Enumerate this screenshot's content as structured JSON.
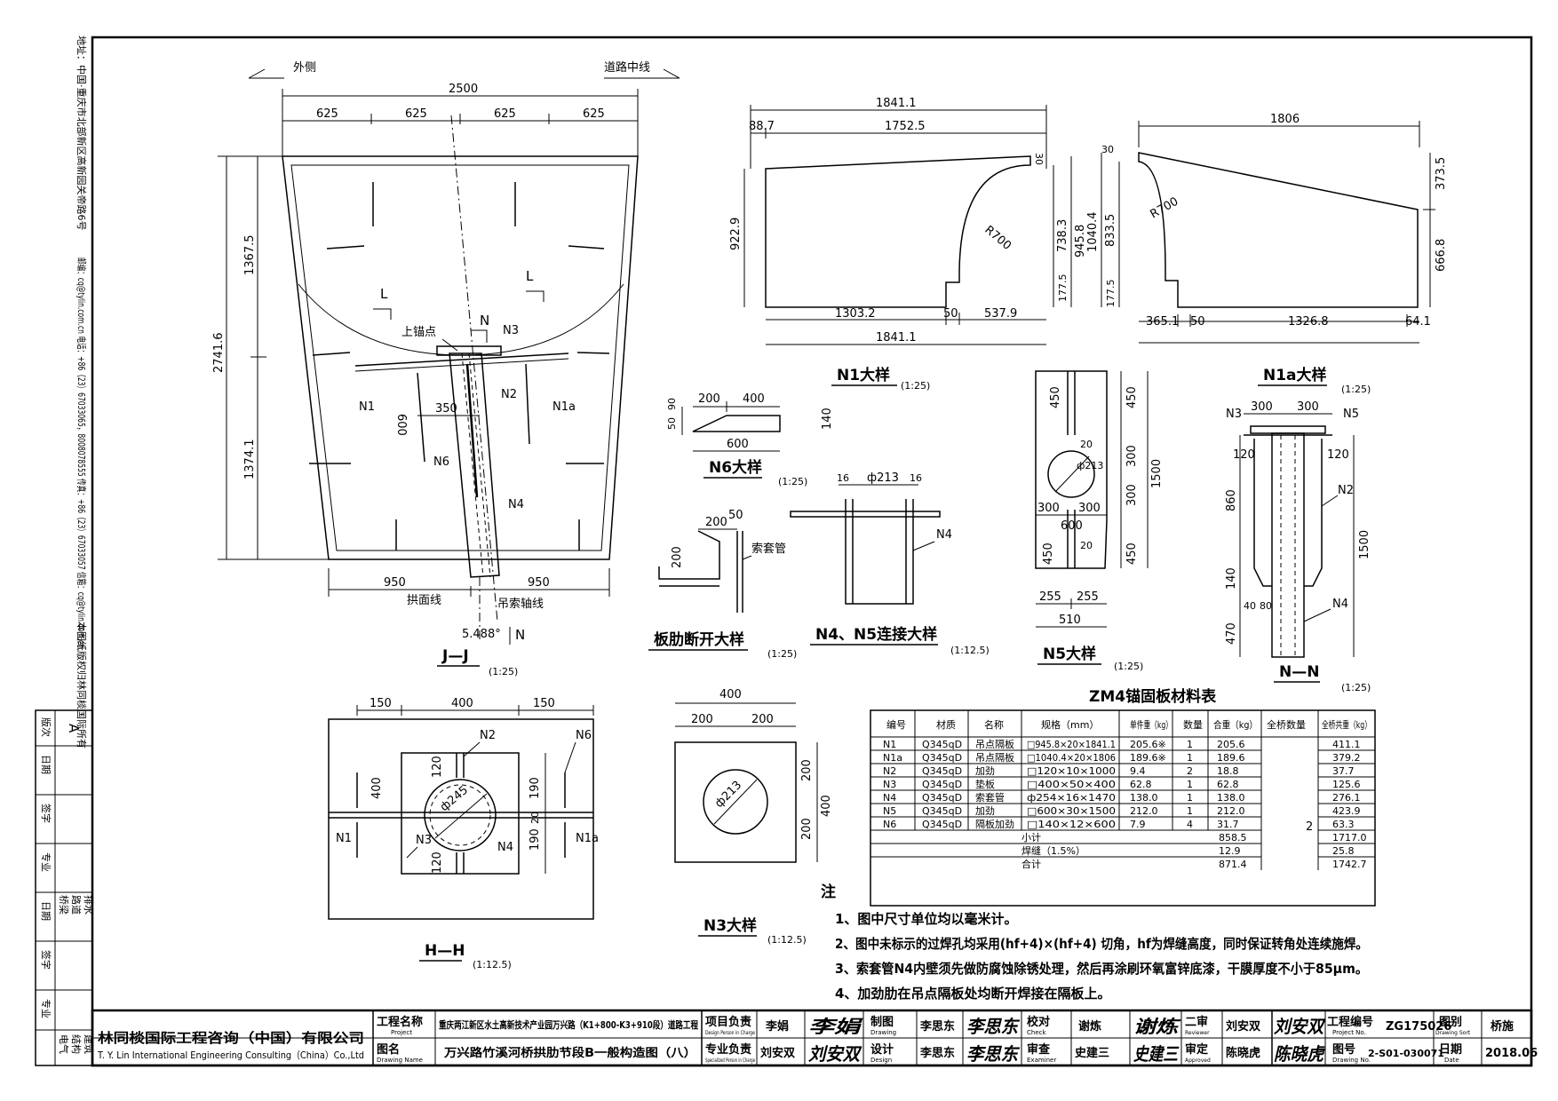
{
  "side_strip": {
    "address": "地址：中国·重庆市北部新区高新园关帝路6号",
    "contact": "邮编：cq@tylin.com.cn 电话：+86（23）67033065，8008078555 传真：+86（23）67033057 信箱：cq@tylin.com.cn",
    "copyright": "本图纸版权归林同棪国际所有",
    "revision_label": "版次",
    "revision_value": "A",
    "sign_cols": [
      "日期",
      "签字",
      "专业",
      "日期",
      "签字",
      "专业"
    ],
    "disciplines": [
      "桥梁",
      "路道",
      "排水",
      "电气",
      "结构",
      "建筑"
    ]
  },
  "jj": {
    "label_outside": "外侧",
    "label_road_center": "道路中线",
    "dim_total": "2500",
    "dim_q1": "625",
    "dim_q2": "625",
    "dim_q3": "625",
    "dim_q4": "625",
    "dim_height": "2741.6",
    "dim_upper": "1367.5",
    "dim_lower": "1374.1",
    "dim_bot_left": "950",
    "dim_bot_right": "950",
    "dim_350": "350",
    "dim_600": "600",
    "lbl_L1": "L",
    "lbl_L2": "L",
    "lbl_N_top": "N",
    "lbl_N_bot": "N",
    "lbl_anchor": "上锚点",
    "lbl_N3": "N3",
    "lbl_N1": "N1",
    "lbl_N1a": "N1a",
    "lbl_N2": "N2",
    "lbl_N6": "N6",
    "lbl_N4": "N4",
    "lbl_arch": "拱面线",
    "lbl_cable": "吊索轴线",
    "angle": "5.488°",
    "title": "J—J",
    "scale": "(1:25)"
  },
  "n1": {
    "dim_top": "1841.1",
    "dim_887": "88.7",
    "dim_1752": "1752.5",
    "dim_left": "922.9",
    "dim_30": "30",
    "dim_7383": "738.3",
    "dim_9458": "945.8",
    "dim_1775": "177.5",
    "radius": "R700",
    "dim_13032": "1303.2",
    "dim_50": "50",
    "dim_5379": "537.9",
    "dim_bottom": "1841.1",
    "title": "N1大样",
    "scale": "(1:25)"
  },
  "n1a": {
    "dim_top": "1806",
    "dim_30": "30",
    "dim_10404": "1040.4",
    "dim_8335": "833.5",
    "dim_1775": "177.5",
    "dim_3735": "373.5",
    "dim_6668": "666.8",
    "radius": "R700",
    "dim_3651": "365.1",
    "dim_50": "50",
    "dim_13268": "1326.8",
    "dim_641": "64.1",
    "title": "N1a大样",
    "scale": "(1:25)"
  },
  "n6": {
    "dim_200": "200",
    "dim_400": "400",
    "dim_50": "50",
    "dim_90": "90",
    "dim_140": "140",
    "dim_600": "600",
    "title": "N6大样",
    "scale": "(1:25)"
  },
  "rib": {
    "dim_200": "200",
    "dim_50": "50",
    "dim_200v": "200",
    "lbl_cable_pipe": "索套管",
    "title": "板肋断开大样",
    "scale": "(1:25)"
  },
  "n45": {
    "dim_16a": "16",
    "dim_phi": "ф213",
    "dim_16b": "16",
    "lbl_N4": "N4",
    "title": "N4、N5连接大样",
    "scale": "(1:12.5)"
  },
  "n5": {
    "dim_450a": "450",
    "dim_450b": "450",
    "dim_20a": "20",
    "dim_phi": "ф213",
    "dim_300a": "300",
    "dim_300b": "300",
    "dim_1500": "1500",
    "dim_300c": "300",
    "dim_300d": "300",
    "dim_600": "600",
    "dim_20b": "20",
    "dim_450c": "450",
    "dim_450d": "450",
    "dim_255a": "255",
    "dim_255b": "255",
    "dim_510": "510",
    "title": "N5大样",
    "scale": "(1:25)"
  },
  "nn": {
    "lbl_N3": "N3",
    "dim_300a": "300",
    "dim_300b": "300",
    "lbl_N5": "N5",
    "dim_120a": "120",
    "dim_120b": "120",
    "lbl_N2": "N2",
    "dim_860": "860",
    "dim_1500": "1500",
    "dim_140": "140",
    "dim_40": "40",
    "dim_80": "80",
    "dim_470": "470",
    "lbl_N4": "N4",
    "title": "N—N",
    "scale": "(1:25)"
  },
  "hh": {
    "dim_150a": "150",
    "dim_400": "400",
    "dim_150b": "150",
    "lbl_N2": "N2",
    "lbl_N6": "N6",
    "dim_400v": "400",
    "dim_phi": "ф245",
    "lbl_N1": "N1",
    "lbl_N1a": "N1a",
    "lbl_N3": "N3",
    "lbl_N4": "N4",
    "dim_20": "20",
    "dim_190a": "190",
    "dim_190b": "190",
    "dim_120a": "120",
    "dim_120b": "120",
    "title": "H—H",
    "scale": "(1:12.5)"
  },
  "n3": {
    "dim_400": "400",
    "dim_200a": "200",
    "dim_200b": "200",
    "dim_phi": "ф213",
    "dim_400v": "400",
    "dim_200c": "200",
    "dim_200d": "200",
    "title": "N3大样",
    "scale": "(1:12.5)"
  },
  "table": {
    "title": "ZM4锚固板材料表",
    "headers": [
      "编号",
      "材质",
      "名称",
      "规格（mm）",
      "单件重（kg）",
      "数量",
      "合重（kg）",
      "全桥数量",
      "全桥共重（kg）"
    ],
    "rows": [
      [
        "N1",
        "Q345qD",
        "吊点隔板",
        "□945.8×20×1841.1",
        "205.6※",
        "1",
        "205.6",
        "411.1"
      ],
      [
        "N1a",
        "Q345qD",
        "吊点隔板",
        "□1040.4×20×1806",
        "189.6※",
        "1",
        "189.6",
        "379.2"
      ],
      [
        "N2",
        "Q345qD",
        "加劲",
        "□120×10×1000",
        "9.4",
        "2",
        "18.8",
        "37.7"
      ],
      [
        "N3",
        "Q345qD",
        "垫板",
        "□400×50×400",
        "62.8",
        "1",
        "62.8",
        "125.6"
      ],
      [
        "N4",
        "Q345qD",
        "索套管",
        "ф254×16×1470",
        "138.0",
        "1",
        "138.0",
        "276.1"
      ],
      [
        "N5",
        "Q345qD",
        "加劲",
        "□600×30×1500",
        "212.0",
        "1",
        "212.0",
        "423.9"
      ],
      [
        "N6",
        "Q345qD",
        "隔板加劲",
        "□140×12×600",
        "7.9",
        "4",
        "31.7",
        "63.3"
      ]
    ],
    "bridge_qty": "2",
    "summary": [
      {
        "label": "小计",
        "weight": "858.5",
        "total": "1717.0"
      },
      {
        "label": "焊缝（1.5%）",
        "weight": "12.9",
        "total": "25.8"
      },
      {
        "label": "合计",
        "weight": "871.4",
        "total": "1742.7"
      }
    ]
  },
  "notes": {
    "heading": "注",
    "items": [
      "1、图中尺寸单位均以毫米计。",
      "2、图中未标示的过焊孔均采用(hf+4)×(hf+4) 切角，hf为焊缝高度，同时保证转角处连续施焊。",
      "3、索套管N4内壁须先做防腐蚀除锈处理，然后再涂刷环氧富锌底漆，干膜厚度不小于85μm。",
      "4、加劲肋在吊点隔板处均断开焊接在隔板上。"
    ]
  },
  "title_block": {
    "company_cn": "林同棪国际工程咨询（中国）有限公司",
    "company_en": "T. Y. Lin International Engineering Consulting（China）Co.,Ltd",
    "project_label": "工程名称",
    "project_label_en": "Project",
    "project_name": "重庆两江新区水土高新技术产业园万兴路（K1+800-K3+910段）道路工程",
    "drawing_label": "图名",
    "drawing_label_en": "Drawing Name",
    "drawing_name": "万兴路竹溪河桥拱肋节段B一般构造图（八）",
    "pm_label": "项目负责",
    "pm_label_en": "Design Person in Charge",
    "pm_name": "李娟",
    "pm_sig": "李娟",
    "sp_label": "专业负责",
    "sp_label_en": "Specialized Person in Charge",
    "sp_name": "刘安双",
    "sp_sig": "刘安双",
    "drawn_label": "制图",
    "drawn_label_en": "Drawing",
    "drawn_name": "李思东",
    "drawn_sig": "李思东",
    "design_label": "设计",
    "design_label_en": "Design",
    "design_name": "李思东",
    "design_sig": "李思东",
    "check_label": "校对",
    "check_label_en": "Check",
    "check_name": "谢炼",
    "check_sig": "谢炼",
    "exam_label": "审查",
    "exam_label_en": "Examiner",
    "exam_name": "史建三",
    "exam_sig": "史建三",
    "review_label": "二审",
    "review_label_en": "Reviewer",
    "review_name": "刘安双",
    "review_sig": "刘安双",
    "approve_label": "审定",
    "approve_label_en": "Approved",
    "approve_name": "陈晓虎",
    "approve_sig": "陈晓虎",
    "projno_label": "工程编号",
    "projno_label_en": "Project No.",
    "projno": "ZG175026",
    "sort_label": "图别",
    "sort_label_en": "Drawing Sort",
    "sort": "桥施",
    "dwgno_label": "图号",
    "dwgno_label_en": "Drawing No.",
    "dwgno": "2-S01-030071",
    "date_label": "日期",
    "date_label_en": "Date",
    "date": "2018.06"
  }
}
